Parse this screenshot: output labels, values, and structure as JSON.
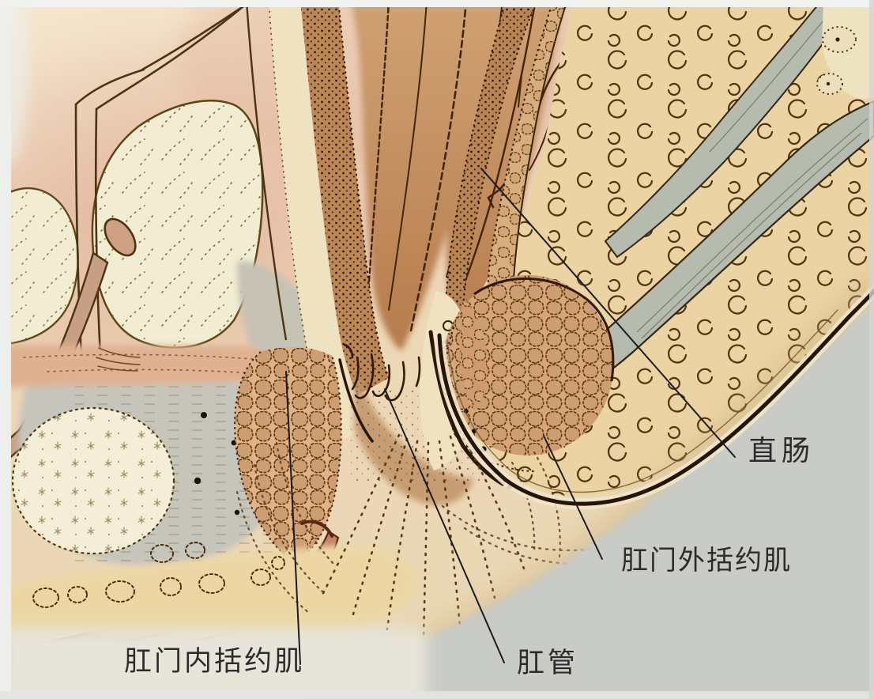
{
  "figure": {
    "type": "anatomical-illustration",
    "labels": {
      "rectum": "直肠",
      "external_anal_sphincter": "肛门外括约肌",
      "anal_canal": "肛管",
      "internal_anal_sphincter": "肛门内括约肌"
    },
    "palette": {
      "paper_gray": "#c9cbc7",
      "paper_cream": "#f0dfc2",
      "background_pink": "#e8c9b3",
      "mucosa_salmon": "#cb9768",
      "muscle_cobble_tan": "#d7a678",
      "fat_yellow": "#ecd3a3",
      "levator_gray": "#b6bbb0",
      "gland_cream": "#f2ecd3",
      "vessel_red": "#7c3120",
      "outline_brown": "#3a2408",
      "label_text": "#2b2b2b"
    }
  }
}
